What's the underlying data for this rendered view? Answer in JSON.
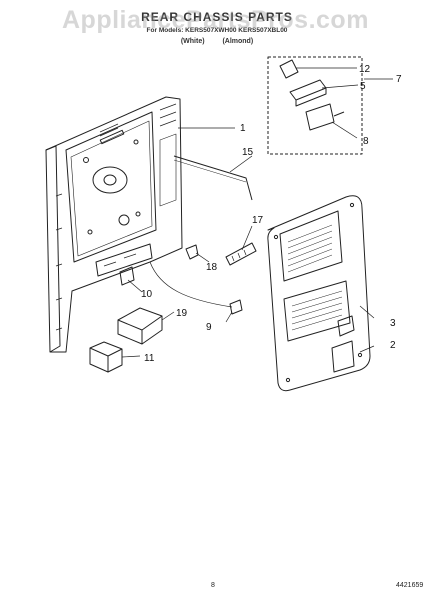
{
  "header": {
    "title": "REAR CHASSIS PARTS",
    "subtitle": "For Models: KERS507XWH00 KERS507XBL00",
    "color_codes": [
      "(White)",
      "(Almond)"
    ]
  },
  "watermark": "AppliancePartsPros.com",
  "callouts": [
    "1",
    "2",
    "3",
    "5",
    "7",
    "8",
    "9",
    "10",
    "11",
    "12",
    "15",
    "17",
    "18",
    "19"
  ],
  "footer": {
    "page_number": "8",
    "document_code": "4421659"
  }
}
